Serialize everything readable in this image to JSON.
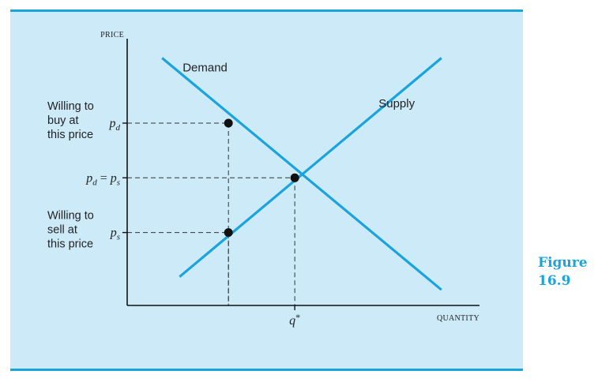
{
  "figure": {
    "word": "Figure",
    "number": "16.9"
  },
  "colors": {
    "panel": "#cdeaf8",
    "rule": "#1aa3dc",
    "curve": "#1aa3dc",
    "ink": "#111111"
  },
  "chart_data": {
    "type": "line",
    "title": "",
    "xlabel": "QUANTITY",
    "ylabel": "PRICE",
    "xlim": [
      0,
      10
    ],
    "ylim": [
      0,
      10
    ],
    "grid": false,
    "legend": "none",
    "series": [
      {
        "name": "Demand",
        "x": [
          1,
          9
        ],
        "y": [
          9.5,
          0.6
        ]
      },
      {
        "name": "Supply",
        "x": [
          1.5,
          9
        ],
        "y": [
          1.1,
          9.5
        ]
      }
    ],
    "points": [
      {
        "id": "demand-point",
        "x": 2.9,
        "y": 7.0
      },
      {
        "id": "equilibrium",
        "x": 4.8,
        "y": 4.9
      },
      {
        "id": "supply-point",
        "x": 2.9,
        "y": 2.8
      }
    ],
    "y_ticks": [
      {
        "y": 7.0,
        "base": "p",
        "sub": "d",
        "suffix": ""
      },
      {
        "y": 4.9,
        "base": "p",
        "sub": "d",
        "suffix": " = p",
        "sub2": "s"
      },
      {
        "y": 2.8,
        "base": "p",
        "sub": "s",
        "suffix": ""
      }
    ],
    "x_ticks": [
      {
        "x": 4.8,
        "label": "q*"
      }
    ],
    "annotations": [
      {
        "y": 7.0,
        "lines": [
          "Willing to",
          "buy at",
          "this price"
        ]
      },
      {
        "y": 2.8,
        "lines": [
          "Willing to",
          "sell at",
          "this price"
        ]
      }
    ]
  }
}
